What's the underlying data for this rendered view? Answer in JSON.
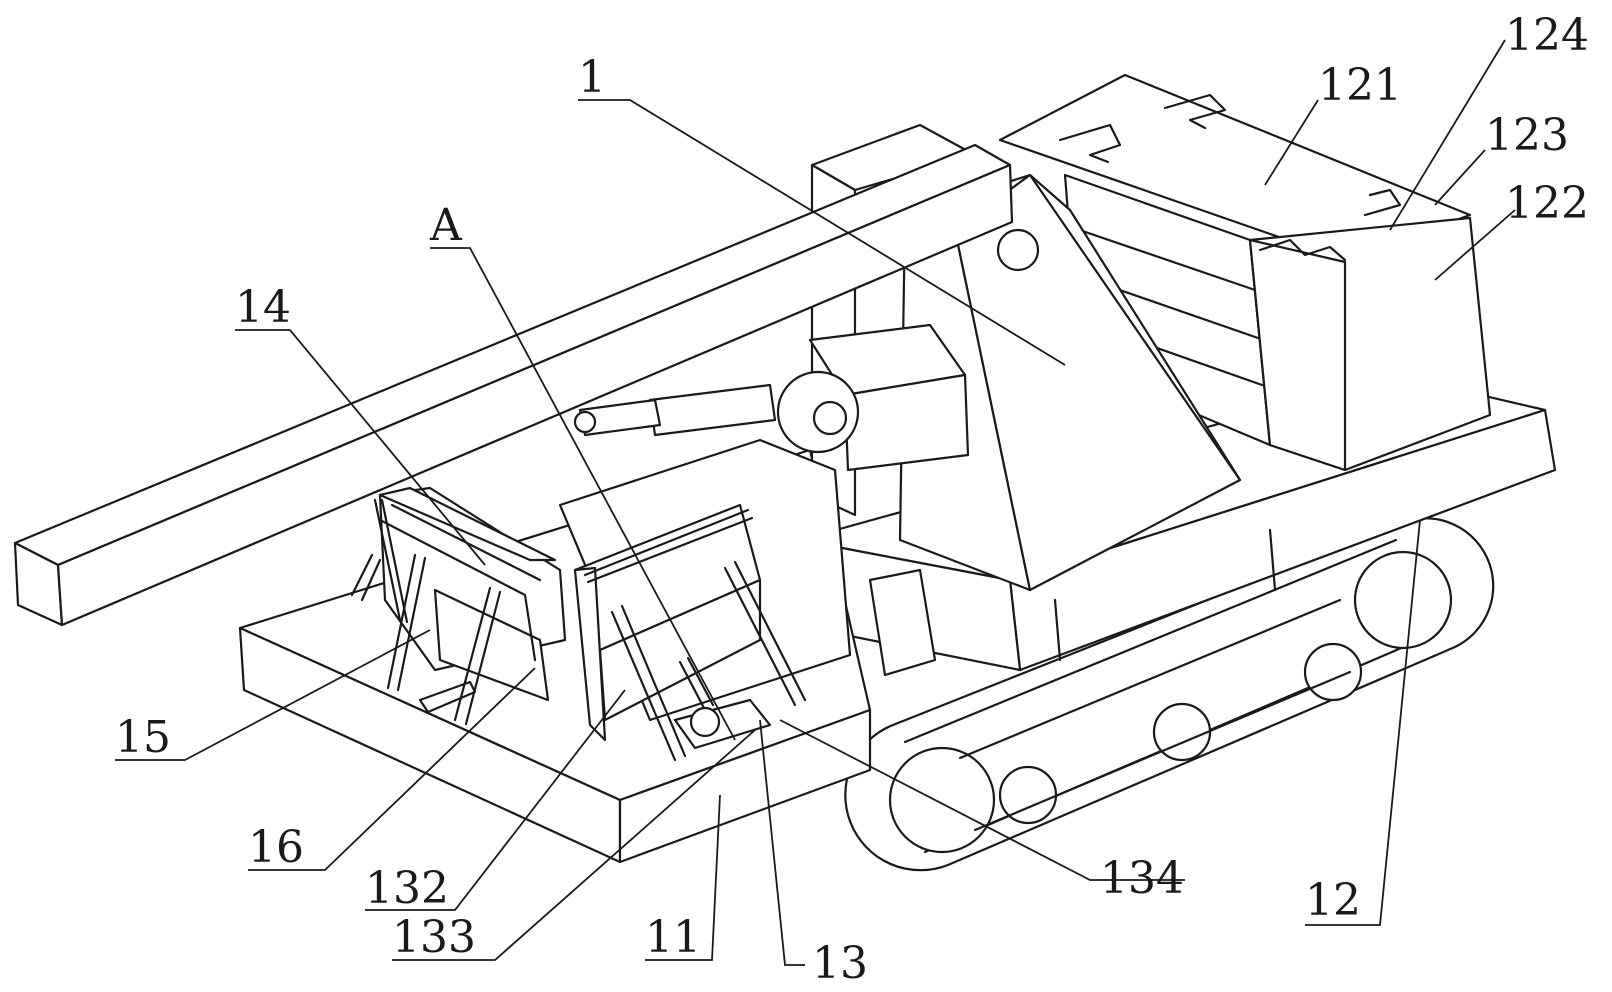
{
  "labels": {
    "l1": "1",
    "l121": "121",
    "l124": "124",
    "l123": "123",
    "l122": "122",
    "lA": "A",
    "l14": "14",
    "l15": "15",
    "l16": "16",
    "l132": "132",
    "l133": "133",
    "l11": "11",
    "l13": "13",
    "l134": "134",
    "l12": "12"
  }
}
